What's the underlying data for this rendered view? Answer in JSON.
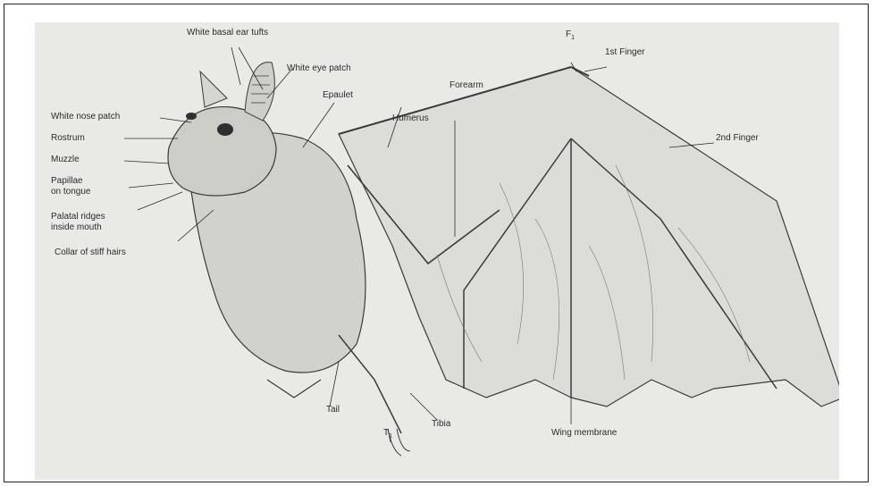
{
  "colors": {
    "paper": "#e9e9e6",
    "ink": "#3a3a3a",
    "label": "#2b2b2b"
  },
  "diagram": {
    "labels": {
      "white_basal_ear_tufts": "White basal ear tufts",
      "white_eye_patch": "White eye patch",
      "white_nose_patch": "White nose patch",
      "epaulet": "Epaulet",
      "rostrum": "Rostrum",
      "muzzle": "Muzzle",
      "papillae_line1": "Papillae",
      "papillae_line2": "on tongue",
      "palatal_line1": "Palatal ridges",
      "palatal_line2": "inside mouth",
      "collar": "Collar of stiff hairs",
      "f1": "F",
      "f1_sub": "1",
      "first_finger": "1st Finger",
      "second_finger": "2nd Finger",
      "forearm": "Forearm",
      "humerus": "Humerus",
      "tail": "Tail",
      "t1": "T",
      "t1_sub": "1",
      "tibia": "Tibia",
      "wing_membrane": "Wing membrane"
    }
  }
}
